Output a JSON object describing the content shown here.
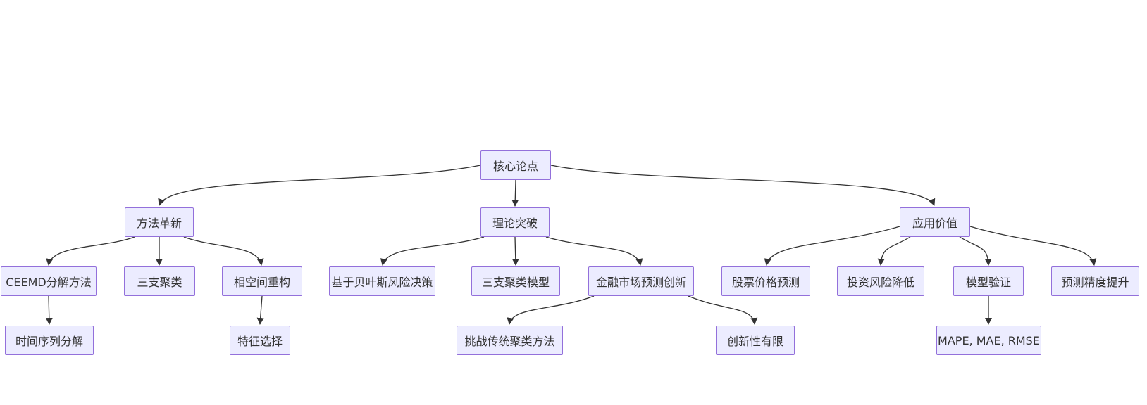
{
  "diagram": {
    "type": "flowchart",
    "direction": "top-down",
    "colors": {
      "background": "#ffffff",
      "node_fill": "#ECECFF",
      "node_border": "#9370DB",
      "edge_line": "#333333",
      "node_text": "#333333"
    },
    "nodes": {
      "core_thesis": {
        "label": "核心论点"
      },
      "method_innovation": {
        "label": "方法革新"
      },
      "theoretical_breakthrough": {
        "label": "理论突破"
      },
      "application_value": {
        "label": "应用价值"
      },
      "ceemd_decomposition": {
        "label": "CEEMD分解方法"
      },
      "three_way_clustering": {
        "label": "三支聚类"
      },
      "phase_space_reconstruction": {
        "label": "相空间重构"
      },
      "bayesian_risk_decision": {
        "label": "基于贝叶斯风险决策"
      },
      "three_way_clustering_model": {
        "label": "三支聚类模型"
      },
      "financial_market_forecast_innovation": {
        "label": "金融市场预测创新"
      },
      "stock_price_prediction": {
        "label": "股票价格预测"
      },
      "investment_risk_reduction": {
        "label": "投资风险降低"
      },
      "model_validation": {
        "label": "模型验证"
      },
      "forecast_accuracy_improvement": {
        "label": "预测精度提升"
      },
      "time_series_decomposition": {
        "label": "时间序列分解"
      },
      "feature_selection": {
        "label": "特征选择"
      },
      "challenge_traditional_clustering": {
        "label": "挑战传统聚类方法"
      },
      "limited_innovation": {
        "label": "创新性有限"
      },
      "evaluation_metrics": {
        "label": "MAPE, MAE, RMSE"
      }
    },
    "edges": [
      {
        "from": "core_thesis",
        "to": "method_innovation"
      },
      {
        "from": "core_thesis",
        "to": "theoretical_breakthrough"
      },
      {
        "from": "core_thesis",
        "to": "application_value"
      },
      {
        "from": "method_innovation",
        "to": "ceemd_decomposition"
      },
      {
        "from": "method_innovation",
        "to": "three_way_clustering"
      },
      {
        "from": "method_innovation",
        "to": "phase_space_reconstruction"
      },
      {
        "from": "ceemd_decomposition",
        "to": "time_series_decomposition"
      },
      {
        "from": "phase_space_reconstruction",
        "to": "feature_selection"
      },
      {
        "from": "theoretical_breakthrough",
        "to": "bayesian_risk_decision"
      },
      {
        "from": "theoretical_breakthrough",
        "to": "three_way_clustering_model"
      },
      {
        "from": "theoretical_breakthrough",
        "to": "financial_market_forecast_innovation"
      },
      {
        "from": "financial_market_forecast_innovation",
        "to": "challenge_traditional_clustering"
      },
      {
        "from": "financial_market_forecast_innovation",
        "to": "limited_innovation"
      },
      {
        "from": "application_value",
        "to": "stock_price_prediction"
      },
      {
        "from": "application_value",
        "to": "investment_risk_reduction"
      },
      {
        "from": "application_value",
        "to": "model_validation"
      },
      {
        "from": "application_value",
        "to": "forecast_accuracy_improvement"
      },
      {
        "from": "model_validation",
        "to": "evaluation_metrics"
      }
    ]
  }
}
